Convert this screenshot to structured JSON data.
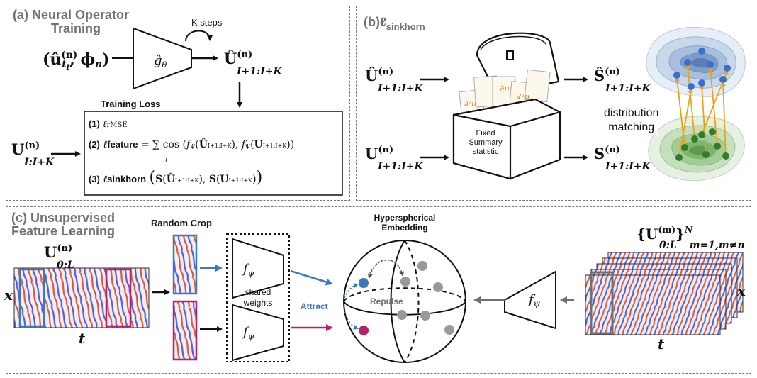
{
  "panel_a": {
    "title_line1": "(a) Neural Operator",
    "title_line2": "Training",
    "k_steps": "K steps",
    "input_tuple": "(û",
    "input_tuple_rest": ", ϕ",
    "input_sub_t": "t",
    "input_sub_I": "I",
    "n_sup": "(n)",
    "n_sub": "n",
    "operator": "ĝ",
    "operator_sub": "θ",
    "output_U": "Û",
    "output_sub": "I+1:I+K",
    "training_loss": "Training Loss",
    "gt_U": "U",
    "gt_sub": "I:I+K",
    "loss1_num": "(1)",
    "loss1": "ℓ",
    "loss1_sub": "rMSE",
    "loss2_num": "(2)",
    "loss2": "ℓ",
    "loss2_sub": "feature",
    "loss2_eq": "= ∑ cos",
    "loss2_sum_sub": "l",
    "loss3_num": "(3)",
    "loss3": "ℓ",
    "loss3_sub": "sinkhorn",
    "f_psi_l": "f",
    "s_fn": "S"
  },
  "panel_b": {
    "title": "(b)ℓ",
    "title_sub": "sinkhorn",
    "input_hat": "Û",
    "input": "U",
    "sub": "I+1:I+K",
    "n_sup": "(n)",
    "box_line1": "Fixed",
    "box_line2": "Summary",
    "box_line3": "statistic",
    "card1": "∂u",
    "card2": "∂²u",
    "card3": "∇²u",
    "out_hat": "Ŝ",
    "out": "S",
    "match_line1": "distribution",
    "match_line2": "matching"
  },
  "panel_c": {
    "title_line1": "(c) Unsupervised",
    "title_line2": "Feature Learning",
    "u_label": "U",
    "u_sub": "0:L",
    "n_sup": "(n)",
    "x_label": "x",
    "t_label": "t",
    "random_crop": "Random Crop",
    "f_psi": "f",
    "psi": "ψ",
    "shared1": "shared",
    "shared2": "weights",
    "attract": "Attract",
    "repulse": "Repulse",
    "hyper1": "Hyperspherical",
    "hyper2": "Embedding",
    "set_label": "{U",
    "set_sup": "(m)",
    "set_sub": "0:L",
    "set_close": "}",
    "set_N": "N",
    "set_cond": "m=1,m≠n"
  },
  "colors": {
    "blue": "#3d78b8",
    "magenta": "#b8206a",
    "grey": "#7a7a7a",
    "orange": "#e8a317",
    "title_grey": "#707070"
  }
}
